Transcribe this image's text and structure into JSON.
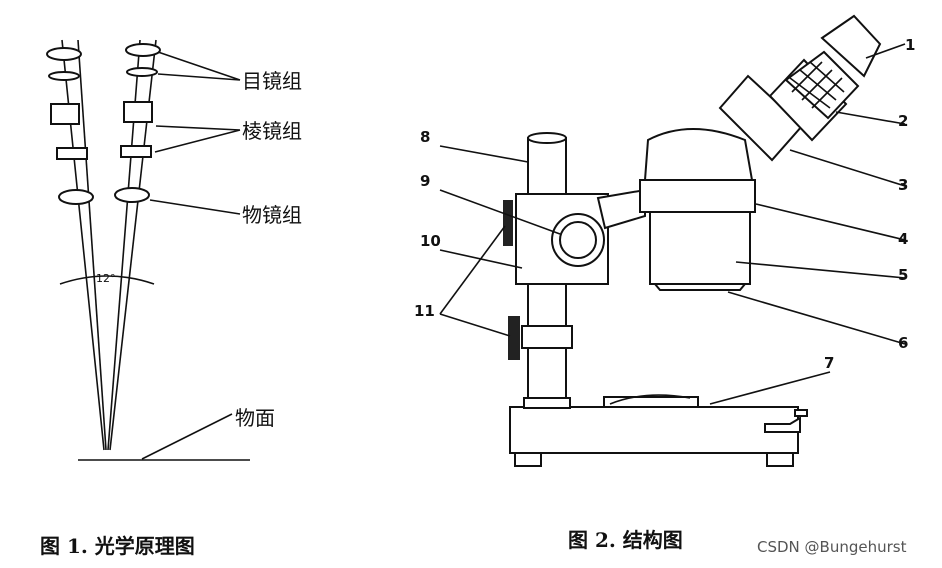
{
  "figure1": {
    "labels": {
      "eyepiece": "目镜组",
      "prism": "棱镜组",
      "objective": "物镜组",
      "angle": "12°",
      "object_plane": "物面"
    },
    "caption": "图 1. 光学原理图"
  },
  "figure2": {
    "part_numbers": [
      "1",
      "2",
      "3",
      "4",
      "5",
      "6",
      "7",
      "8",
      "9",
      "10",
      "11"
    ],
    "caption": "图 2. 结构图"
  },
  "watermark": "CSDN @Bungehurst"
}
